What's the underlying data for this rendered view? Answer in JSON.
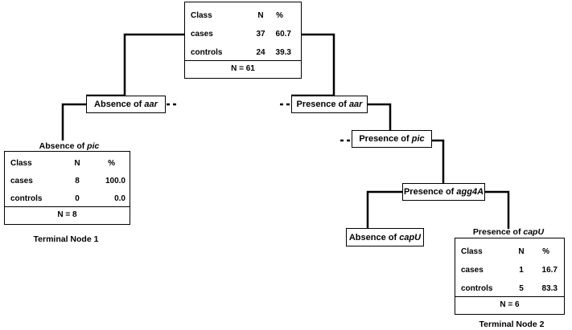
{
  "root_table": {
    "header": [
      "Class",
      "N",
      "%"
    ],
    "rows": [
      [
        "cases",
        "37",
        "60.7"
      ],
      [
        "controls",
        "24",
        "39.3"
      ]
    ],
    "total": "N = 61"
  },
  "split_left": {
    "prefix": "Absence of ",
    "gene": "aar"
  },
  "split_right": {
    "prefix": "Presence of ",
    "gene": "aar"
  },
  "split_pic": {
    "prefix": "Presence of ",
    "gene": "pic"
  },
  "split_agg": {
    "prefix": "Presence of ",
    "gene": "agg4A"
  },
  "split_capu": {
    "prefix": "Absence of ",
    "gene": "capU"
  },
  "terminal1": {
    "condition_prefix": "Absence of ",
    "condition_gene": "pic",
    "header": [
      "Class",
      "N",
      "%"
    ],
    "rows": [
      [
        "cases",
        "8",
        "100.0"
      ],
      [
        "controls",
        "0",
        "0.0"
      ]
    ],
    "total": "N = 8",
    "caption": "Terminal Node 1"
  },
  "terminal2": {
    "condition_prefix": "Presence of ",
    "condition_gene": "capU",
    "header": [
      "Class",
      "N",
      "%"
    ],
    "rows": [
      [
        "cases",
        "1",
        "16.7"
      ],
      [
        "controls",
        "5",
        "83.3"
      ]
    ],
    "total": "N = 6",
    "caption": "Terminal Node 2"
  }
}
